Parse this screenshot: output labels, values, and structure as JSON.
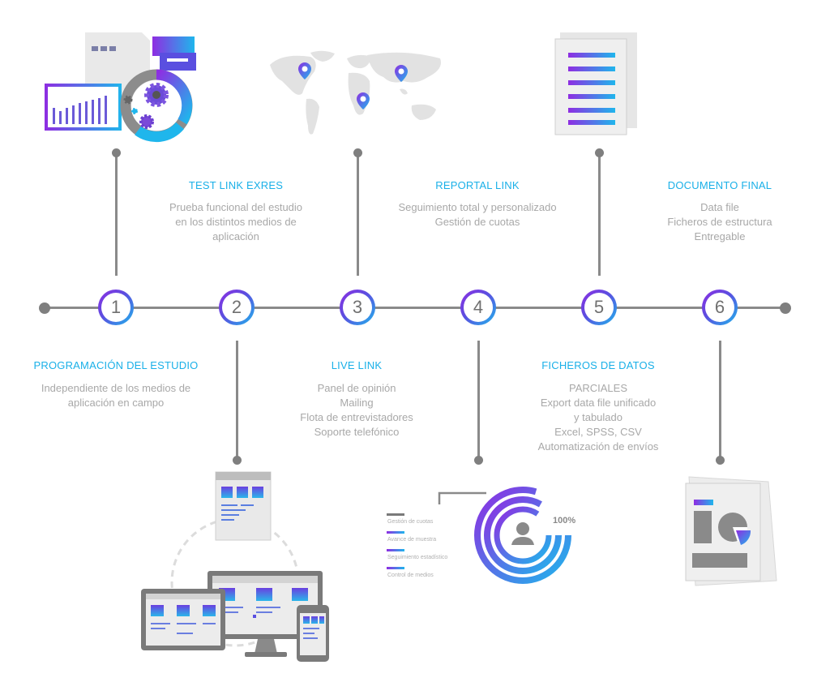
{
  "steps": [
    {
      "number": "1",
      "title": "PROGRAMACIÓN DEL ESTUDIO",
      "lines": [
        "Independiente de los medios de",
        "aplicación en campo"
      ]
    },
    {
      "number": "2",
      "title": "TEST LINK EXRES",
      "lines": [
        "Prueba funcional del estudio",
        "en los distintos medios de",
        "aplicación"
      ]
    },
    {
      "number": "3",
      "title": "LIVE LINK",
      "lines": [
        "Panel de opinión",
        "Mailing",
        "Flota de entrevistadores",
        "Soporte telefónico"
      ]
    },
    {
      "number": "4",
      "title": "REPORTAL LINK",
      "lines": [
        "Seguimiento total y personalizado",
        "Gestión de cuotas"
      ]
    },
    {
      "number": "5",
      "title": "FICHEROS DE DATOS",
      "lines": [
        "PARCIALES",
        "Export data file unificado",
        "y tabulado",
        "Excel, SPSS, CSV",
        "Automatización de envíos"
      ]
    },
    {
      "number": "6",
      "title": "DOCUMENTO FINAL",
      "lines": [
        "Data file",
        "Ficheros de estructura",
        "Entregable"
      ]
    }
  ],
  "dashboard": {
    "percent": "100%",
    "legend": [
      "Gestión de cuotas",
      "Avance de muestra",
      "Seguimiento estadístico",
      "Control de medios"
    ]
  },
  "colors": {
    "accent_title": "#1ab0e8",
    "gradient_start": "#8e2de2",
    "gradient_end": "#1fb6ec",
    "line": "#8a8a8a",
    "text": "#a8a8a8"
  },
  "icons": [
    "analytics-gears-icon",
    "world-map-icon",
    "document-list-icon",
    "multi-device-icon",
    "dashboard-progress-icon",
    "final-report-icon"
  ]
}
